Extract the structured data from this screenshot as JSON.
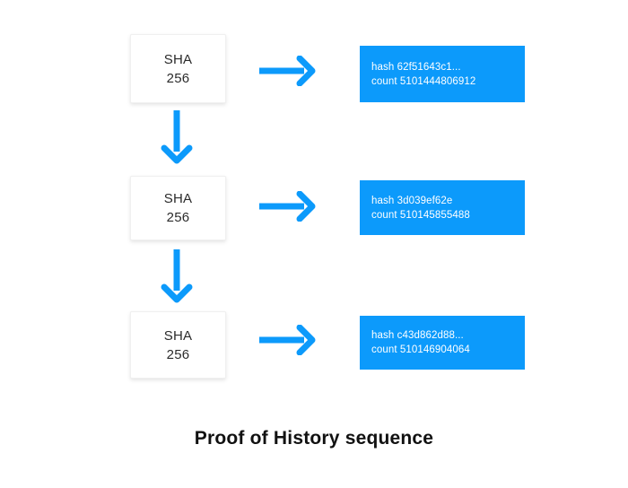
{
  "colors": {
    "accent": "#0c9afb",
    "background": "#ffffff",
    "card_background": "#ffffff",
    "card_border": "#f0f0f0",
    "text_dark": "#2b2b2b",
    "text_on_accent": "#ffffff",
    "caption_text": "#111111"
  },
  "caption": {
    "text": "Proof of History sequence"
  },
  "rows": [
    {
      "hash_fn": {
        "line1": "SHA",
        "line2": "256"
      },
      "arrow_icon": "arrow-right-icon",
      "output": {
        "hash_line": "hash 62f51643c1...",
        "count_line": "count 5101444806912"
      },
      "connector_icon": "arrow-down-icon"
    },
    {
      "hash_fn": {
        "line1": "SHA",
        "line2": "256"
      },
      "arrow_icon": "arrow-right-icon",
      "output": {
        "hash_line": "hash 3d039ef62e",
        "count_line": "count 510145855488"
      },
      "connector_icon": "arrow-down-icon"
    },
    {
      "hash_fn": {
        "line1": "SHA",
        "line2": "256"
      },
      "arrow_icon": "arrow-right-icon",
      "output": {
        "hash_line": "hash c43d862d88...",
        "count_line": "count 510146904064"
      },
      "connector_icon": null
    }
  ]
}
